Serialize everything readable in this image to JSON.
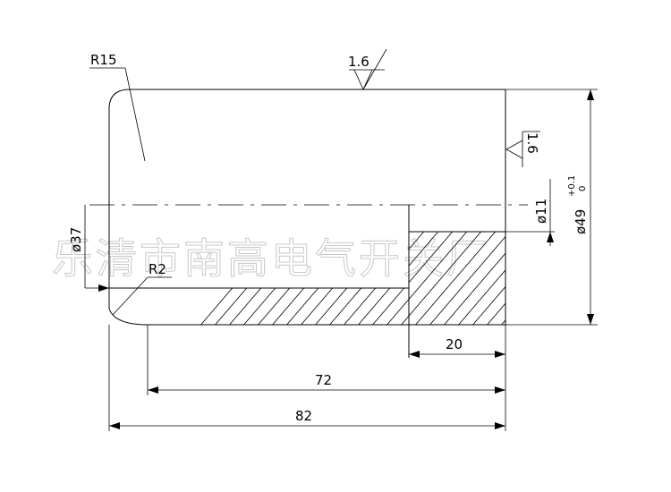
{
  "dimensions": {
    "radius_large": "R15",
    "radius_small": "R2",
    "roughness_top": "1.6",
    "roughness_right": "1.6",
    "dia_37": "ø37",
    "dia_11": "ø11",
    "dia_49": "ø49",
    "tol_upper": "+0.1",
    "tol_lower": "0",
    "len_20": "20",
    "len_72": "72",
    "len_82": "82"
  },
  "watermark": "乐清市南高电气开关厂"
}
